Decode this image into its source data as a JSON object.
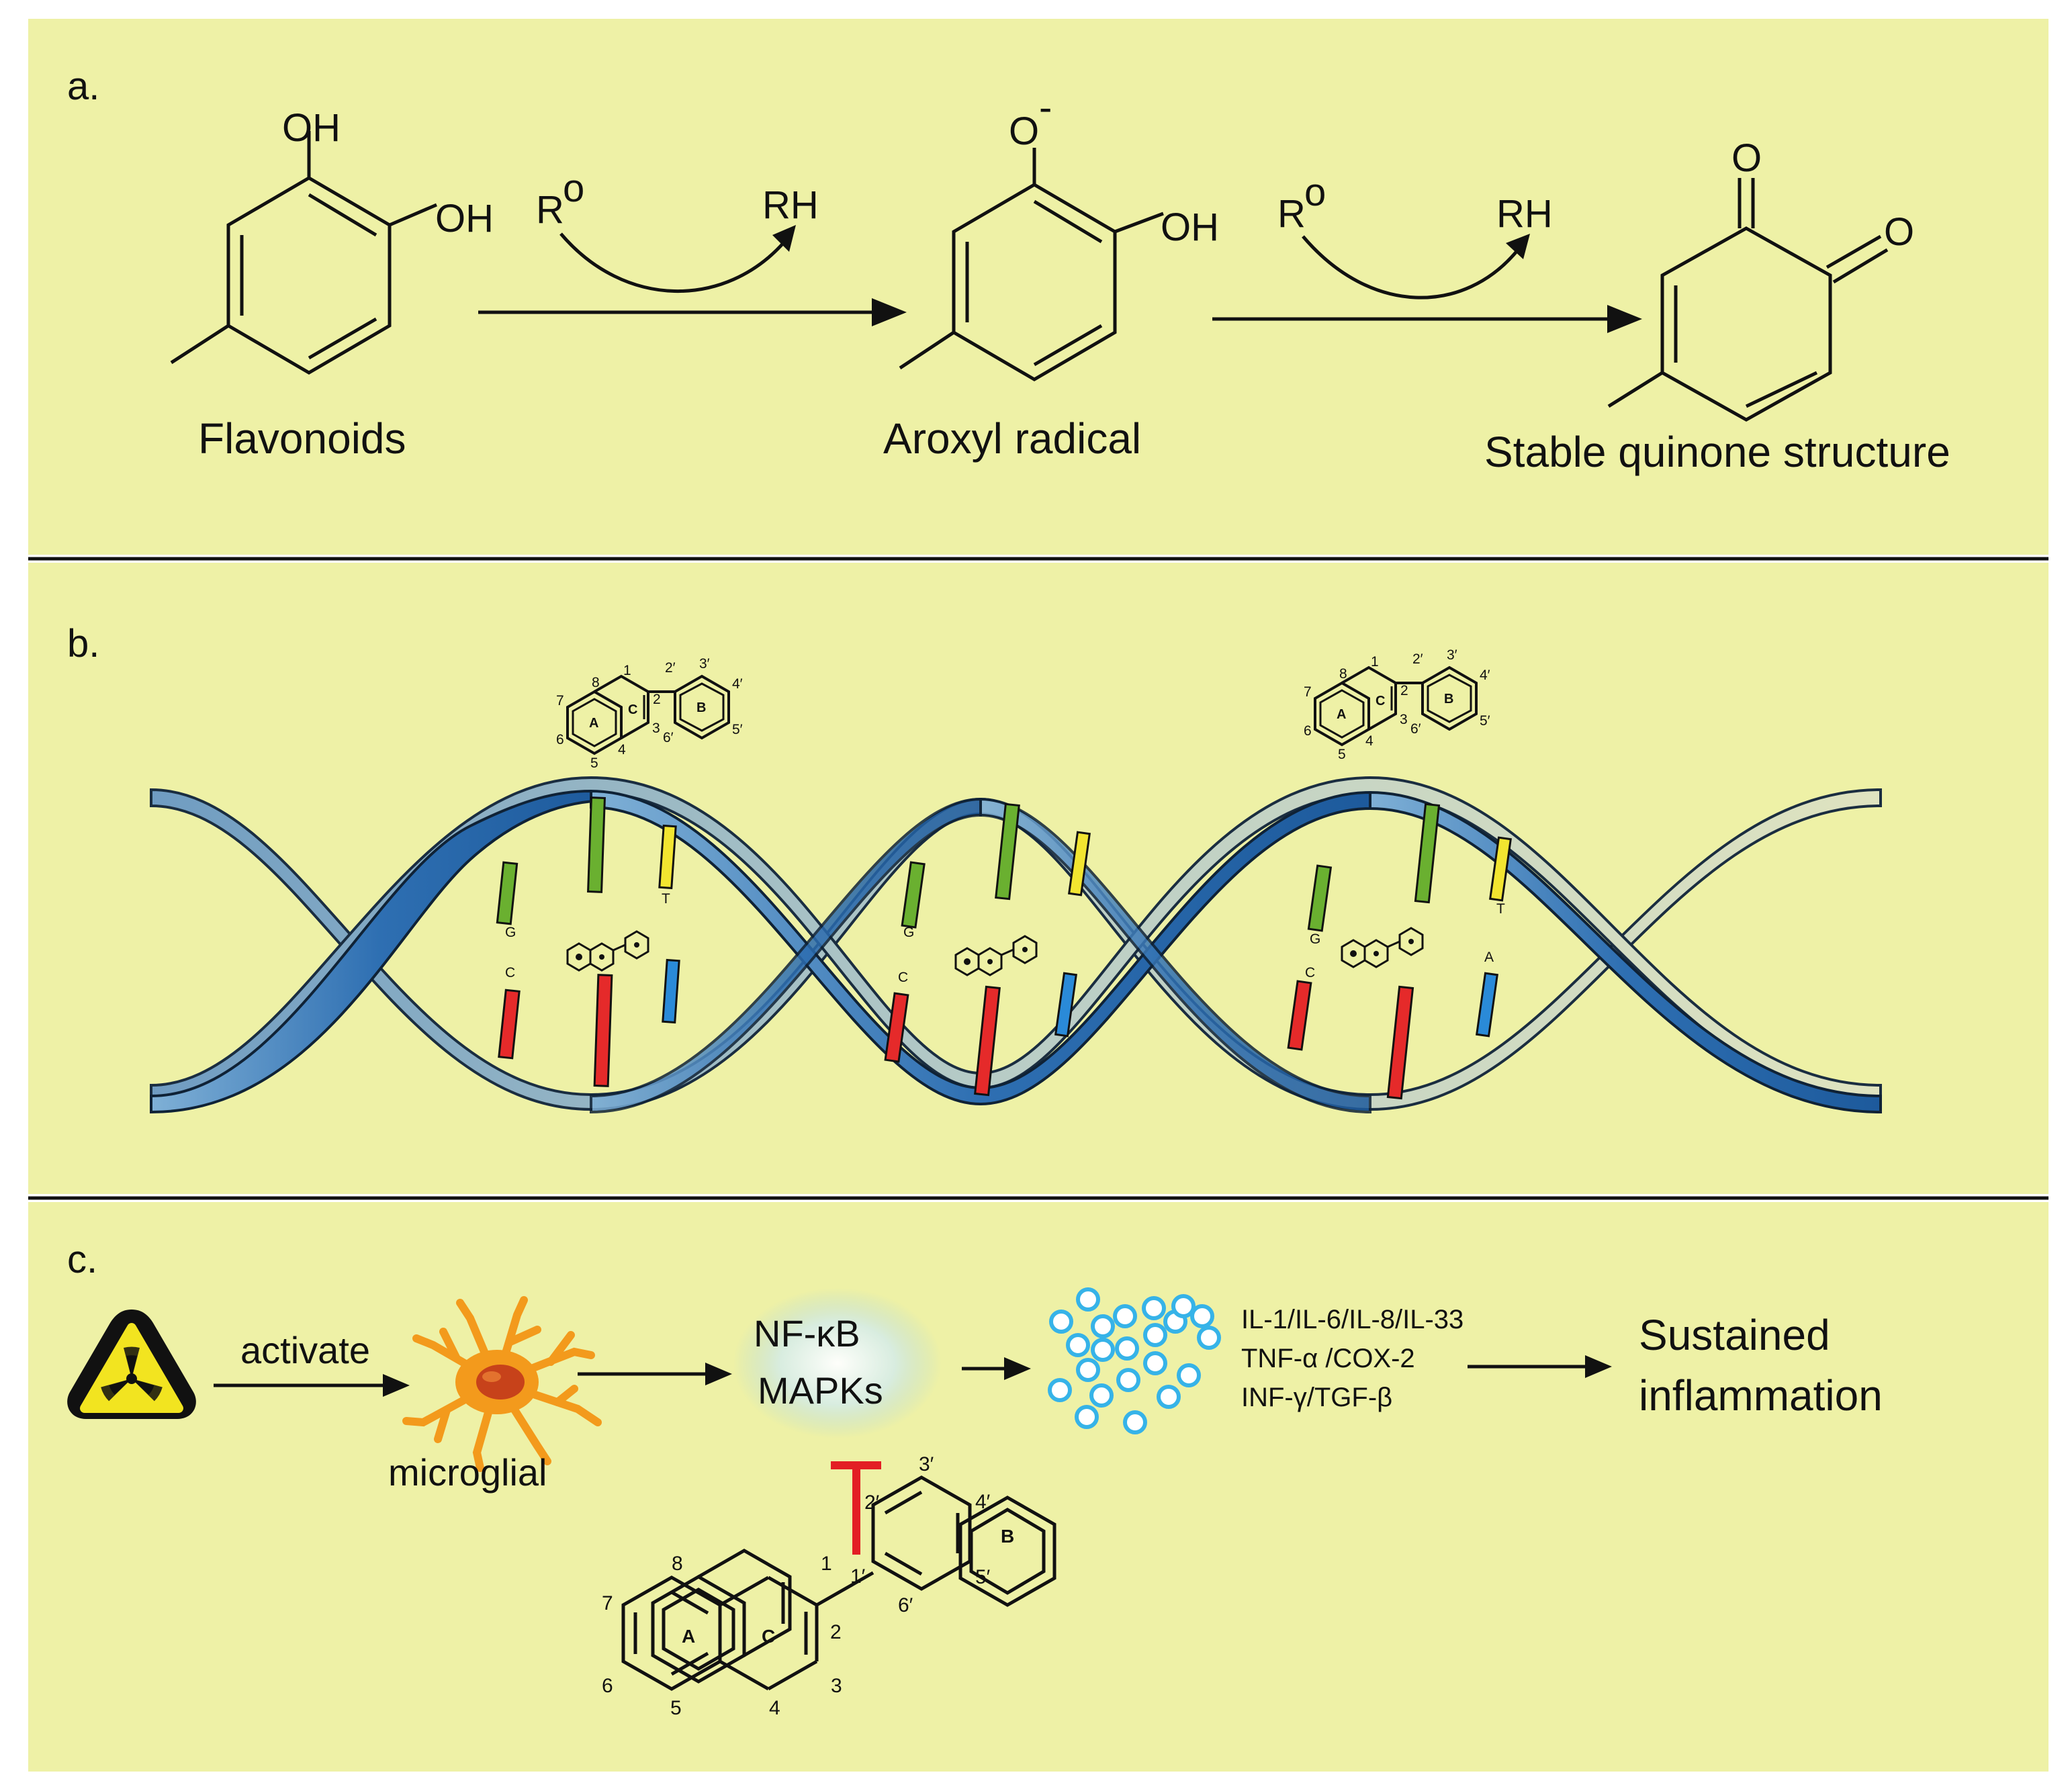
{
  "colors": {
    "panel_bg": "#eef1a6",
    "strand_dark": "#2e6fb2",
    "strand_light": "#b4c9c4",
    "base_green": "#6ab030",
    "base_yellow": "#f2e530",
    "base_red": "#e52a2a",
    "base_blue": "#2a8ad8",
    "inhibit_red": "#e31e24",
    "cytokine_dot": "#36b3e8",
    "microglia_orange": "#f39a1c",
    "microglia_nucleus": "#c7421a"
  },
  "panel_a": {
    "label": "a.",
    "mol1": {
      "name": "Flavonoids",
      "oh1": "OH",
      "oh2": "OH"
    },
    "reaction1": {
      "reactant": "R",
      "superscript": "o",
      "product": "RH"
    },
    "mol2": {
      "name": "Aroxyl radical",
      "o_minus": "O",
      "charge": "-",
      "oh": "OH"
    },
    "reaction2": {
      "reactant": "R",
      "superscript": "o",
      "product": "RH"
    },
    "mol3": {
      "name": "Stable quinone structure",
      "o1": "O",
      "o2": "O"
    }
  },
  "panel_b": {
    "label": "b.",
    "flavone_numbers": [
      "1",
      "2",
      "3",
      "4",
      "5",
      "6",
      "7",
      "8",
      "2′",
      "3′",
      "4′",
      "5′",
      "6′"
    ],
    "rings": [
      "A",
      "C",
      "B"
    ],
    "base_letters": [
      "G",
      "C",
      "T",
      "A"
    ]
  },
  "panel_c": {
    "label": "c.",
    "icon": "radiation-icon",
    "activate_label": "activate",
    "microglial_label": "microglial",
    "pathway": [
      "NF-κB",
      "MAPKs"
    ],
    "cytokines": [
      "IL-1/IL-6/IL-8/IL-33",
      "TNF-α /COX-2",
      "INF-γ/TGF-β"
    ],
    "outcome": [
      "Sustained",
      "inflammation"
    ],
    "flavone_numbers": [
      "1",
      "2",
      "3",
      "4",
      "5",
      "6",
      "7",
      "8",
      "1′",
      "2′",
      "3′",
      "4′",
      "5′",
      "6′"
    ],
    "rings": [
      "A",
      "C",
      "B"
    ]
  }
}
